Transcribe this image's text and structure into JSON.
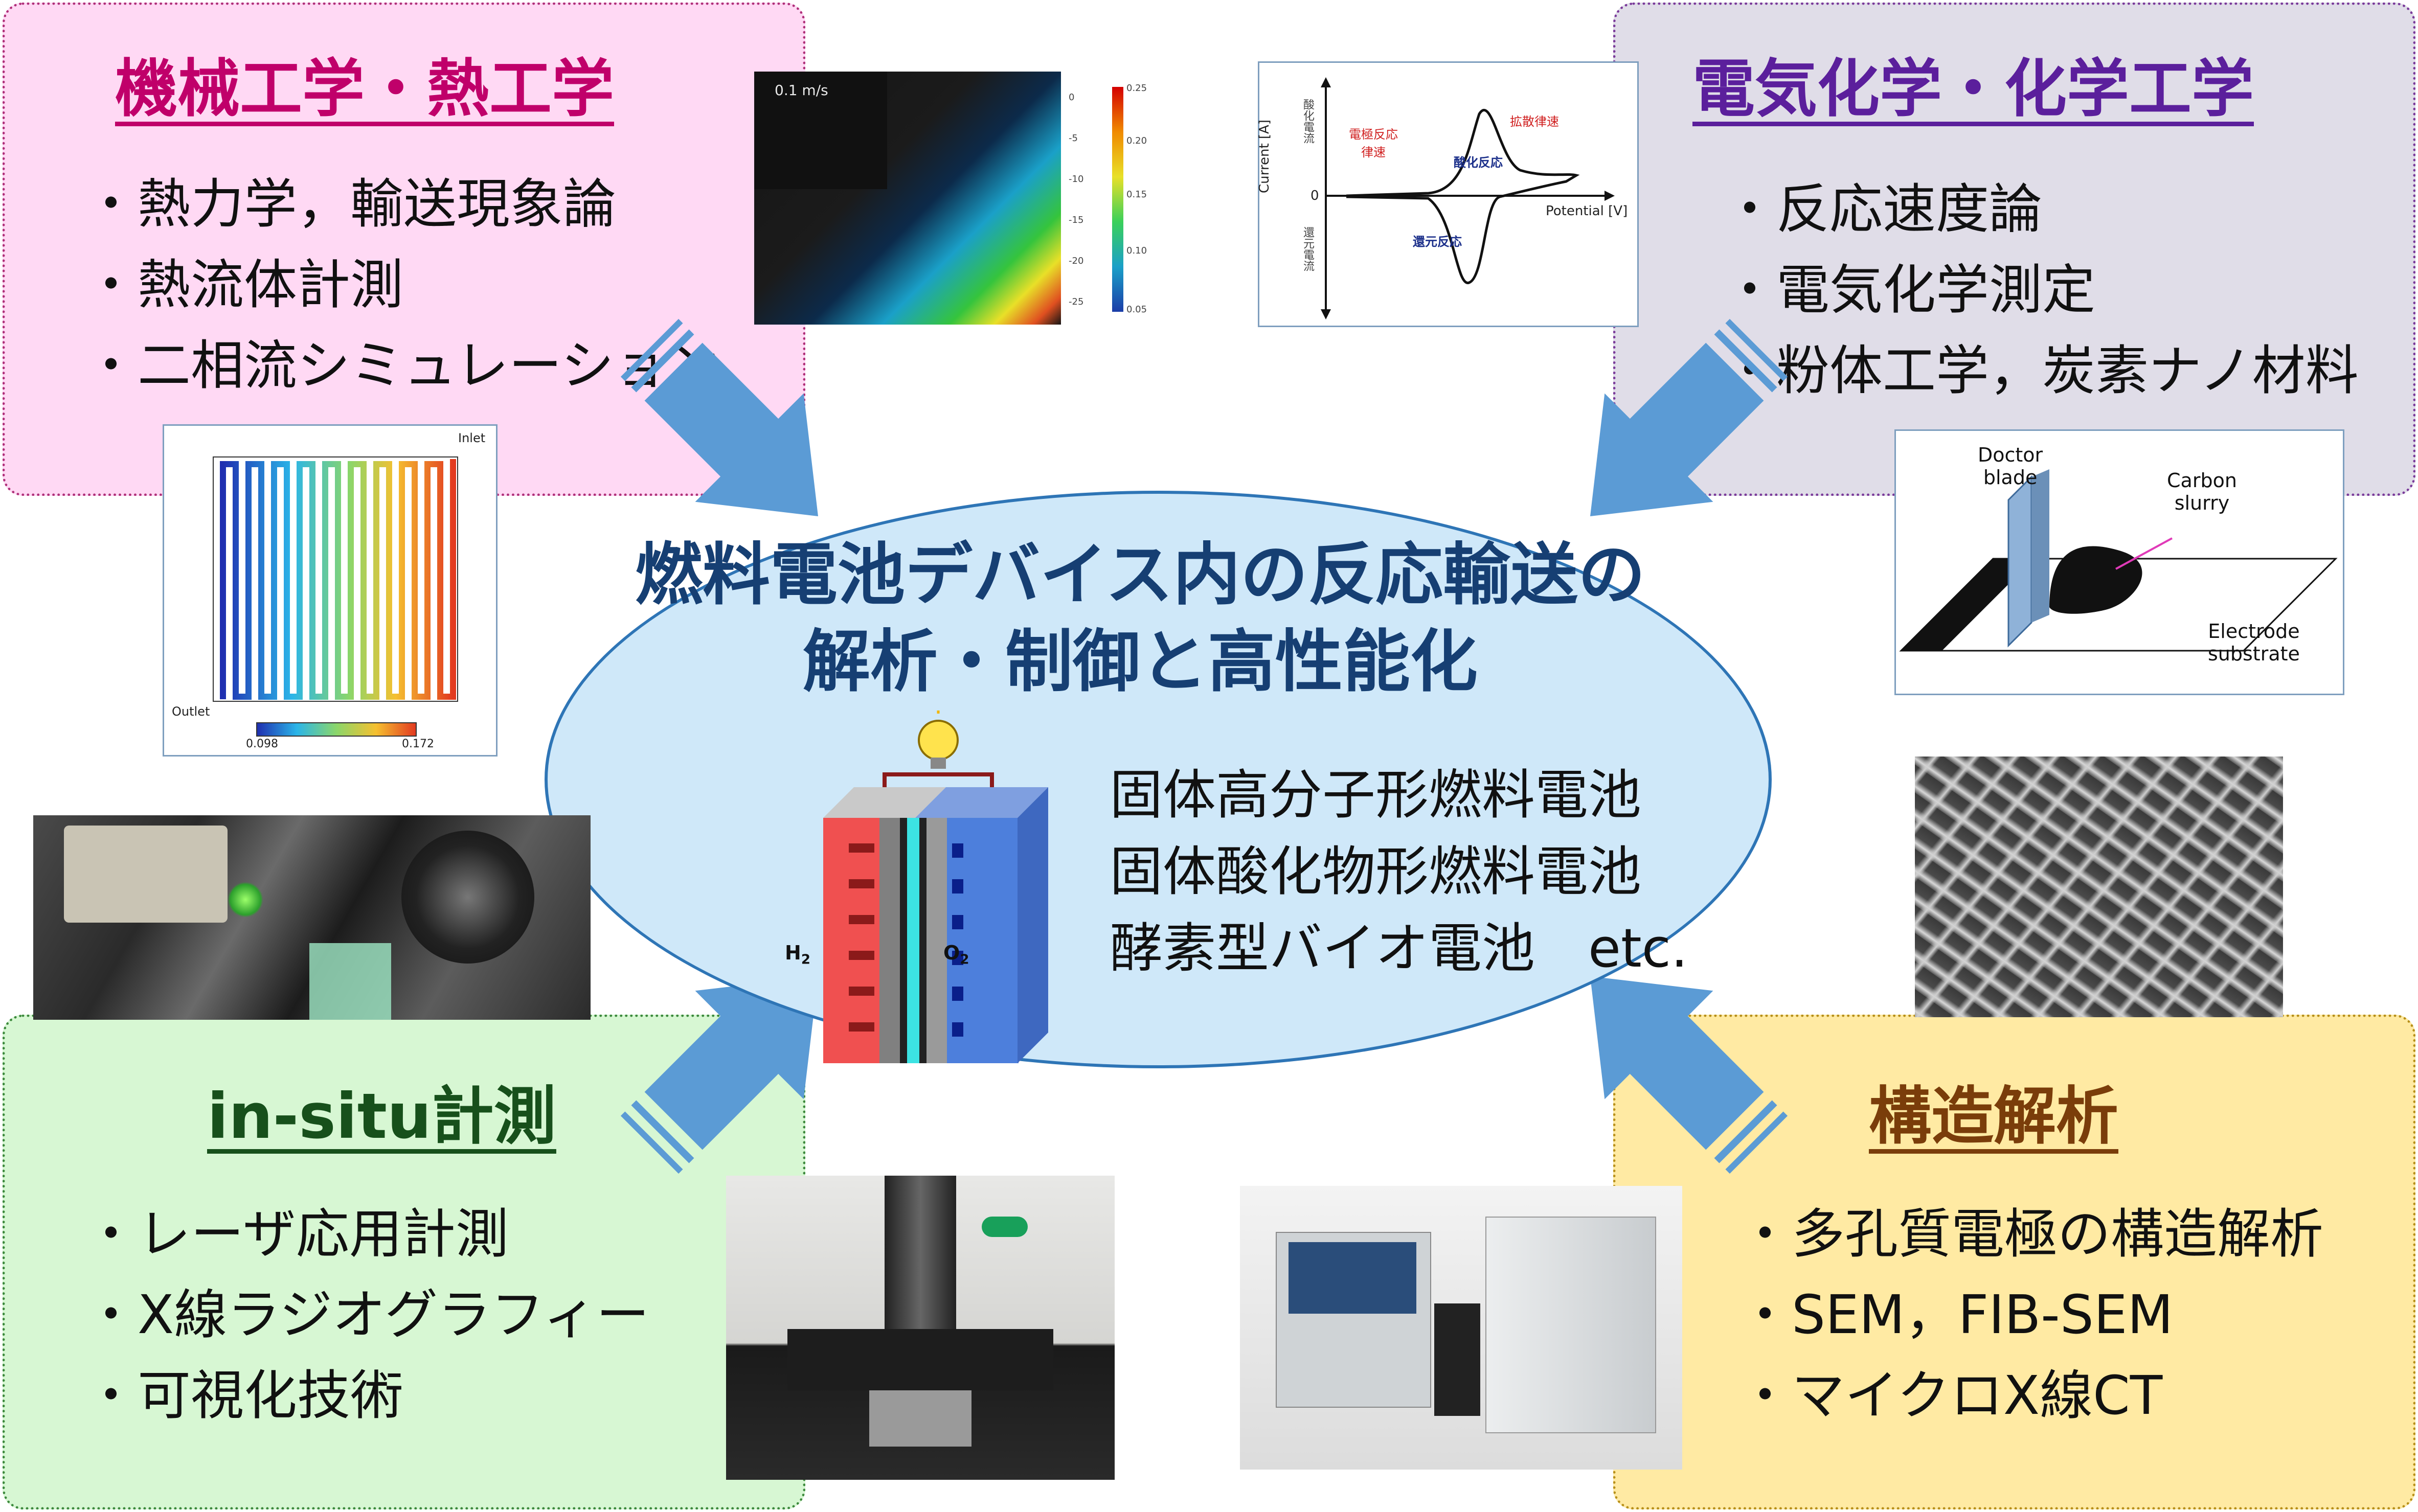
{
  "center": {
    "title_line1": "燃料電池デバイス内の反応輸送の",
    "title_line2": "解析・制御と高性能化",
    "cells": [
      "固体高分子形燃料電池",
      "固体酸化物形燃料電池",
      "酵素型バイオ電池　etc."
    ],
    "h2_label": "H",
    "h2_sub": "2",
    "o2_label": "O",
    "o2_sub": "2"
  },
  "quadrants": {
    "mechanical": {
      "title": "機械工学・熱工学",
      "color": "#c0006a",
      "items": [
        "・熱力学，輸送現象論",
        "・熱流体計測",
        "・二相流シミュレーション"
      ]
    },
    "electrochem": {
      "title": "電気化学・化学工学",
      "color": "#5b1f9c",
      "items": [
        "・反応速度論",
        "・電気化学測定",
        "・粉体工学，炭素ナノ材料"
      ]
    },
    "insitu": {
      "title": "in-situ計測",
      "color": "#17501b",
      "items": [
        "・レーザ応用計測",
        "・X線ラジオグラフィー",
        "・可視化技術"
      ]
    },
    "structure": {
      "title": "構造解析",
      "color": "#7a3d0a",
      "items": [
        "・多孔質電極の構造解析",
        "・SEM，FIB-SEM",
        "・マイクロX線CT"
      ]
    }
  },
  "flow_field": {
    "inlet": "Inlet",
    "outlet": "Outlet",
    "scale_min": "0.098",
    "scale_max": "0.172"
  },
  "velocity_plot": {
    "arrow_label": "0.1 m/s",
    "cbar_ticks": [
      "0.25",
      "0.20",
      "0.15",
      "0.10",
      "0.05"
    ],
    "left_ticks": [
      "0",
      "-5",
      "-10",
      "-15",
      "-20",
      "-25"
    ]
  },
  "cv": {
    "xlabel": "Potential [V]",
    "ylabel": "Current [A]",
    "zero": "0",
    "y_top": "酸化電流",
    "y_bottom": "還元電流",
    "electrode_rate": "電極反応\n律速",
    "diffusion_rate": "拡散律速",
    "oxidation": "酸化反応",
    "reduction": "還元反応"
  },
  "doctor_blade": {
    "blade": "Doctor\nblade",
    "slurry": "Carbon\nslurry",
    "substrate": "Electrode\nsubstrate"
  },
  "colors": {
    "arrow": "#5b9bd5",
    "ellipse_fill": "#cfe8f9",
    "ellipse_border": "#2e75b6"
  }
}
